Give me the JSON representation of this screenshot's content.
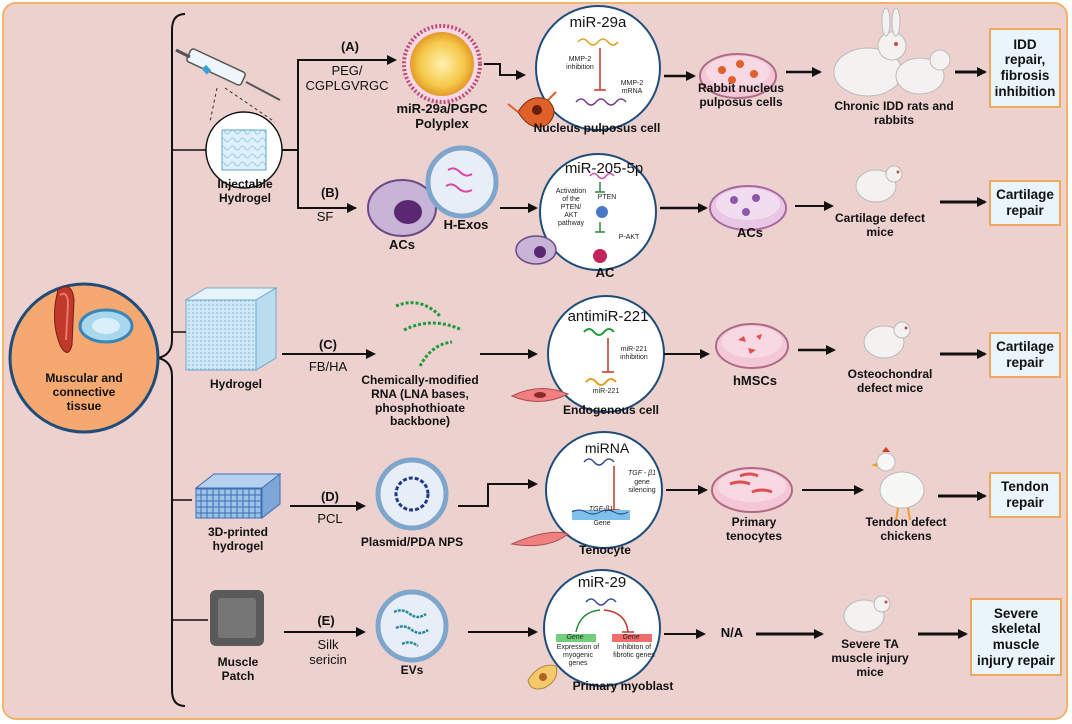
{
  "center": {
    "label_line1": "Muscular and",
    "label_line2": "connective",
    "label_line3": "tissue"
  },
  "rows": [
    {
      "id": "A",
      "letter": "(A)",
      "scaffold": "Injectable Hydrogel",
      "method_line1": "PEG/",
      "method_line2": "CGPLGVRGC",
      "carrier_line1": "miR-29a/PGPC",
      "carrier_line2": "Polyplex",
      "mirna": "miR-29a",
      "mech1": "MMP-2",
      "mech2": "inhibition",
      "mech3": "MMP-2",
      "mech4": "mRNA",
      "cell": "Nucleus pulposus cell",
      "culture_line1": "Rabbit nucleus",
      "culture_line2": "pulposus cells",
      "model_line1": "Chronic IDD rats and",
      "model_line2": "rabbits",
      "outcome_line1": "IDD",
      "outcome_line2": "repair,",
      "outcome_line3": "fibrosis",
      "outcome_line4": "inhibition"
    },
    {
      "id": "B",
      "letter": "(B)",
      "scaffold_line1": "Injectable",
      "scaffold_line2": "Hydrogel",
      "method": "SF",
      "cells_label": "ACs",
      "carrier": "H-Exos",
      "mirna": "miR-205-5p",
      "mech1": "Activation",
      "mech2": "of the",
      "mech3": "PTEN/",
      "mech4": "AKT",
      "mech5": "pathway",
      "pten": "PTEN",
      "pakt": "P-AKT",
      "cell": "AC",
      "culture": "ACs",
      "model_line1": "Cartilage defect",
      "model_line2": "mice",
      "outcome_line1": "Cartilage",
      "outcome_line2": "repair"
    },
    {
      "id": "C",
      "letter": "(C)",
      "scaffold": "Hydrogel",
      "method": "FB/HA",
      "carrier_line1": "Chemically-modified",
      "carrier_line2": "RNA (LNA bases,",
      "carrier_line3": "phosphothioate",
      "carrier_line4": "backbone)",
      "mirna": "antimiR-221",
      "mech1": "miR-221",
      "mech2": "inhibition",
      "mech3": "miR-221",
      "cell": "Endogenous cell",
      "culture": "hMSCs",
      "model_line1": "Osteochondral",
      "model_line2": "defect mice",
      "outcome_line1": "Cartilage",
      "outcome_line2": "repair"
    },
    {
      "id": "D",
      "letter": "(D)",
      "scaffold_line1": "3D-printed",
      "scaffold_line2": "hydrogel",
      "method": "PCL",
      "carrier": "Plasmid/PDA NPS",
      "mirna": "miRNA",
      "mech1": "TGF - β1",
      "mech2": "gene",
      "mech3": "silencing",
      "gene_tag": "TGF-β1",
      "gene": "Gene",
      "cell": "Tenocyte",
      "culture_line1": "Primary",
      "culture_line2": "tenocytes",
      "model_line1": "Tendon defect",
      "model_line2": "chickens",
      "outcome_line1": "Tendon",
      "outcome_line2": "repair"
    },
    {
      "id": "E",
      "letter": "(E)",
      "scaffold_line1": "Muscle",
      "scaffold_line2": "Patch",
      "method_line1": "Silk",
      "method_line2": "sericin",
      "carrier": "EVs",
      "mirna": "miR-29",
      "gene_left": "Gene",
      "gene_right": "Gene",
      "mech_left1": "Expression of",
      "mech_left2": "myogenic",
      "mech_left3": "genes",
      "mech_right1": "Inhibiton of",
      "mech_right2": "fibrotic genes",
      "cell": "Primary myoblast",
      "culture": "N/A",
      "model_line1": "Severe TA",
      "model_line2": "muscle injury",
      "model_line3": "mice",
      "outcome_line1": "Severe",
      "outcome_line2": "skeletal",
      "outcome_line3": "muscle",
      "outcome_line4": "injury repair"
    }
  ],
  "colors": {
    "background": "#ecd1ce",
    "border": "#f2b36d",
    "outcome_fill": "#eaf4fb",
    "center_fill": "#f5a870",
    "circle_border": "#1f4d7a"
  }
}
